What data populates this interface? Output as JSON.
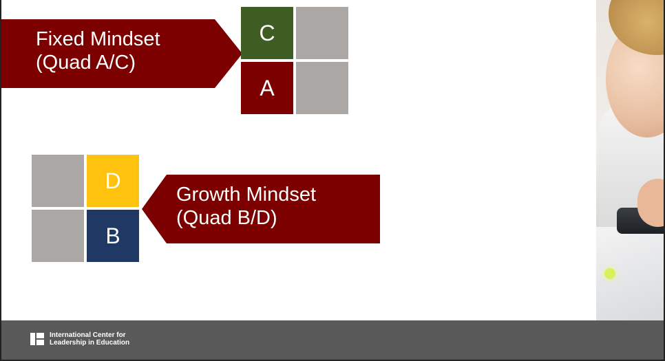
{
  "fixed_arrow": {
    "line1": "Fixed Mindset",
    "line2": "(Quad A/C)"
  },
  "growth_arrow": {
    "line1": "Growth Mindset",
    "line2": "(Quad B/D)"
  },
  "quad_grid_fixed": {
    "top_left": "C",
    "bottom_left": "A"
  },
  "quad_grid_growth": {
    "top_right": "D",
    "bottom_right": "B"
  },
  "colors": {
    "maroon": "#7c0000",
    "green": "#3e5d23",
    "gold": "#ffc20e",
    "navy": "#1f3864",
    "gray": "#aaa7a5",
    "footer": "#595959"
  },
  "footer": {
    "logo_line1": "International Center for",
    "logo_line2": "Leadership in Education"
  },
  "photo": {
    "icon": "photo-of-child-at-computer"
  }
}
